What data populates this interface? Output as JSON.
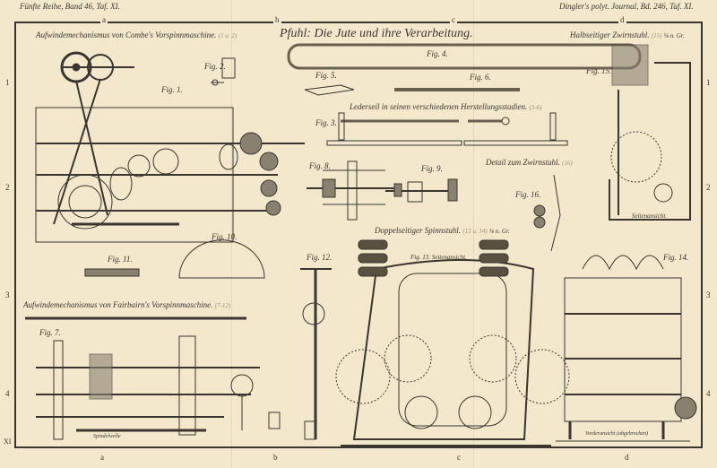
{
  "header": {
    "left": "Fünfte Reihe, Band 46, Taf. XI.",
    "right": "Dingler's polyt. Journal, Bd. 246, Taf. XI.",
    "plate_number": "XI"
  },
  "grid": {
    "columns": [
      "a",
      "b",
      "c",
      "d"
    ],
    "rows": [
      "1",
      "2",
      "3",
      "4"
    ]
  },
  "titles": {
    "main": "Pfuhl: Die Jute und ihre Verarbeitung.",
    "combe": "Aufwindemechanismus von Combe's Vorspinnmaschine.",
    "combe_ref": "(1 u. 2)",
    "fairbairn": "Aufwindemechanismus von Fairbairn's Vorspinnmaschine.",
    "fairbairn_ref": "(7-12)",
    "zwirnstuhl": "Halbseitiger Zwirnstuhl.",
    "zwirnstuhl_ref": "(15)",
    "zwirnstuhl_scale": "⅛ n. Gr.",
    "lederseil": "Lederseil in seinen verschiedenen Herstellungsstadien.",
    "lederseil_ref": "(3-6)",
    "detail": "Detail zum Zwirnstuhl.",
    "detail_ref": "(16)",
    "spinnstuhl": "Doppelseitiger Spinnstuhl.",
    "spinnstuhl_ref": "(13 u. 14)",
    "spinnstuhl_scale": "⅛ n. Gr."
  },
  "figures": {
    "fig1": "Fig. 1.",
    "fig2": "Fig. 2.",
    "fig3": "Fig. 3.",
    "fig4": "Fig. 4.",
    "fig5": "Fig. 5.",
    "fig6": "Fig. 6.",
    "fig7": "Fig. 7.",
    "fig8": "Fig. 8.",
    "fig9": "Fig. 9.",
    "fig10": "Fig. 10.",
    "fig11": "Fig. 11.",
    "fig12": "Fig. 12.",
    "fig13": "Fig. 13. Seitenansicht.",
    "fig14": "Fig. 14.",
    "fig15": "Fig. 15.",
    "fig16": "Fig. 16."
  },
  "captions": {
    "seitenansicht": "Seitenansicht.",
    "vorderansicht": "Vorderansicht (abgebrochen)",
    "spindelwelle": "Spindelwelle"
  },
  "colors": {
    "paper": "#f3e8cc",
    "ink": "#3a3530"
  }
}
